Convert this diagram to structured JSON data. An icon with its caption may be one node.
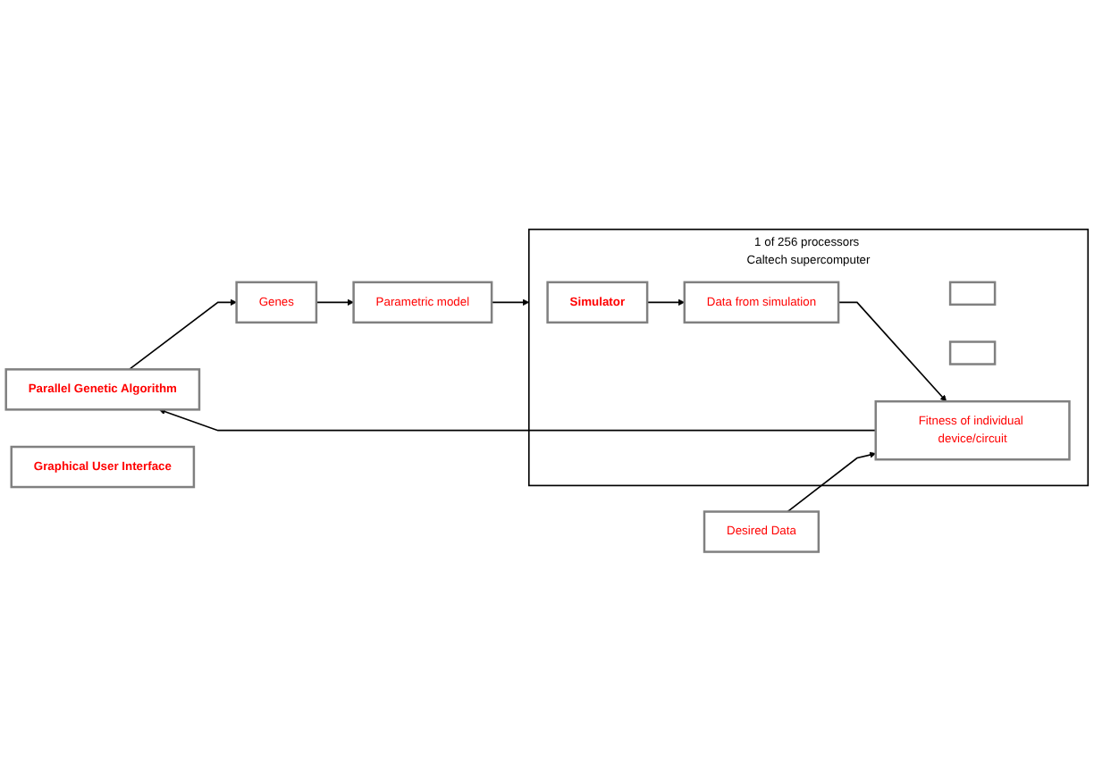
{
  "diagram": {
    "nodes": [
      {
        "text": [
          "Parallel Genetic Algorithm"
        ]
      },
      {
        "text": [
          "Genes"
        ]
      },
      {
        "text": [
          "Parametric model"
        ]
      },
      {
        "text": [
          "1 of 256 processors Caltech supercomputer"
        ]
      },
      {
        "text": [
          "Simulator"
        ],
        "in": 3
      },
      {
        "text": [],
        "shape": "box",
        "in": 3
      },
      {
        "text": [],
        "shape": "box",
        "in": 3
      },
      {
        "text": [
          "Data from simulation"
        ],
        "in": 3
      },
      {
        "text": [
          "Fitness of individual device/circuit"
        ],
        "in": 3
      },
      {
        "text": [
          "Graphical User Interface"
        ]
      },
      {
        "text": [
          "Desired Data"
        ]
      }
    ],
    "edges": [
      {
        "from": 0,
        "to": 1,
        "arrow": "to"
      },
      {
        "from": 1,
        "to": 2,
        "arrow": "to"
      },
      {
        "from": 2,
        "to": 3,
        "arrow": "to"
      },
      {
        "from": 4,
        "to": 7,
        "arrow": "to"
      },
      {
        "from": 7,
        "to": 8,
        "arrow": "to"
      },
      {
        "from": 8,
        "to": 0,
        "arrow": "to"
      },
      {
        "from": 10,
        "to": 8,
        "arrow": "to"
      }
    ]
  }
}
